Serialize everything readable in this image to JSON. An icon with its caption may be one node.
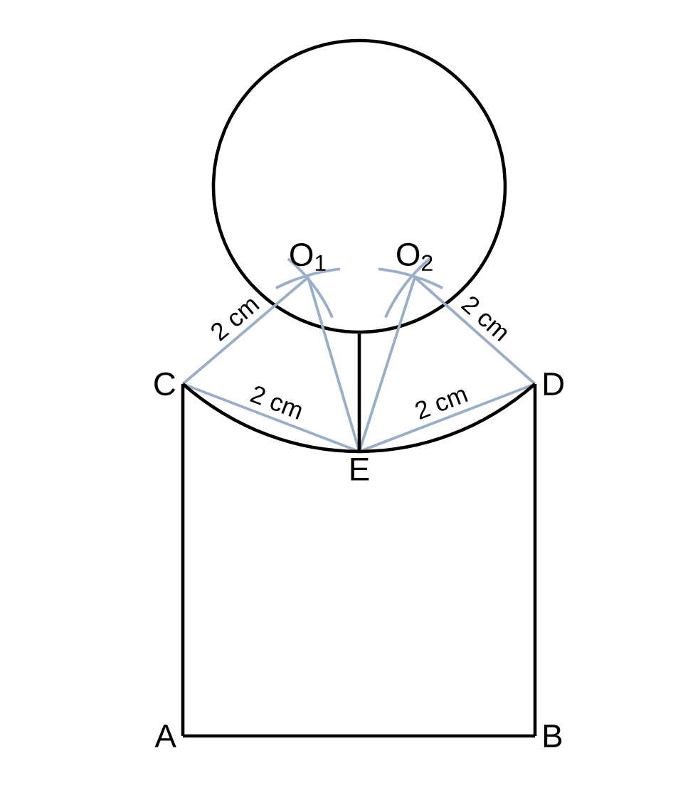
{
  "diagram": {
    "nodes": [
      {
        "text": [],
        "shape": "circle"
      },
      {
        "text": [
          "O$_{1}$"
        ],
        "in": 0
      },
      {
        "text": [
          "O$_{2}$"
        ],
        "in": 0
      },
      {
        "text": [
          "C"
        ]
      },
      {
        "text": [
          "D"
        ]
      },
      {
        "text": [
          "E"
        ]
      },
      {
        "text": [
          "A"
        ]
      },
      {
        "text": [
          "B"
        ]
      }
    ],
    "edges": [
      {
        "from": 3,
        "to": 1,
        "arrow": "none",
        "label": "2 cm"
      },
      {
        "from": 1,
        "to": 5,
        "arrow": "none"
      },
      {
        "from": 5,
        "to": 2,
        "arrow": "none"
      },
      {
        "from": 2,
        "to": 4,
        "arrow": "none",
        "label": "2 cm"
      },
      {
        "from": 3,
        "to": 5,
        "arrow": "none",
        "label": "2 cm"
      },
      {
        "from": 5,
        "to": 4,
        "arrow": "none",
        "label": "2 cm"
      },
      {
        "from": 3,
        "to": 4,
        "arrow": "none",
        "color": "#000000"
      },
      {
        "from": 5,
        "to": 0,
        "arrow": "none",
        "color": "#000000"
      },
      {
        "from": 6,
        "to": 3,
        "arrow": "none",
        "color": "#000000"
      },
      {
        "from": 6,
        "to": 7,
        "arrow": "none",
        "color": "#000000"
      },
      {
        "from": 7,
        "to": 4,
        "arrow": "none",
        "color": "#000000"
      }
    ]
  }
}
